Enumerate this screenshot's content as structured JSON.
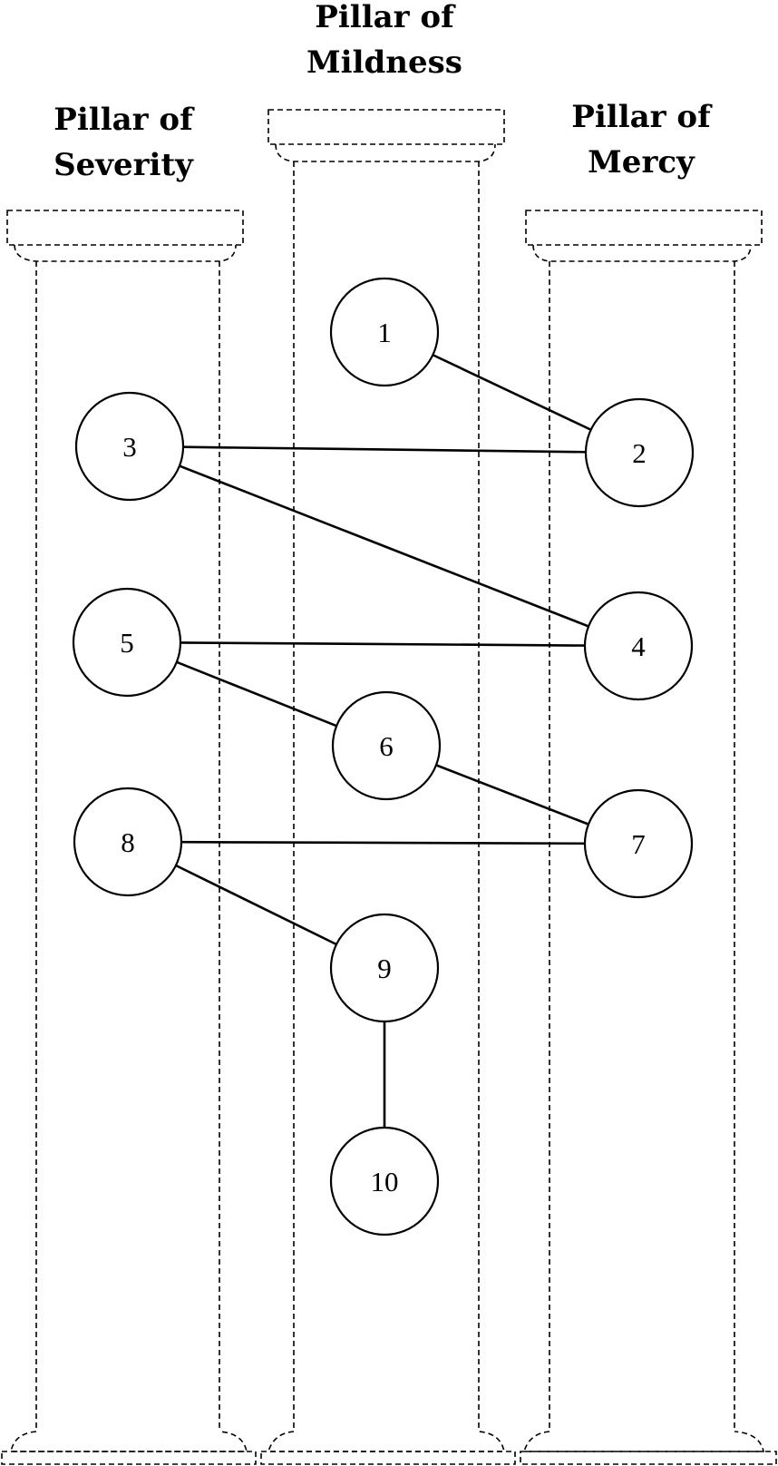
{
  "pillars": [
    {
      "id": "severity",
      "title_line1": "Pillar of",
      "title_line2": "Severity"
    },
    {
      "id": "mildness",
      "title_line1": "Pillar of",
      "title_line2": "Mildness"
    },
    {
      "id": "mercy",
      "title_line1": "Pillar of",
      "title_line2": "Mercy"
    }
  ],
  "nodes": [
    {
      "label": "1",
      "pillar": "mildness"
    },
    {
      "label": "2",
      "pillar": "mercy"
    },
    {
      "label": "3",
      "pillar": "severity"
    },
    {
      "label": "4",
      "pillar": "mercy"
    },
    {
      "label": "5",
      "pillar": "severity"
    },
    {
      "label": "6",
      "pillar": "mildness"
    },
    {
      "label": "7",
      "pillar": "mercy"
    },
    {
      "label": "8",
      "pillar": "severity"
    },
    {
      "label": "9",
      "pillar": "mildness"
    },
    {
      "label": "10",
      "pillar": "mildness"
    }
  ],
  "edges": [
    [
      "1",
      "2"
    ],
    [
      "2",
      "3"
    ],
    [
      "3",
      "4"
    ],
    [
      "4",
      "5"
    ],
    [
      "5",
      "6"
    ],
    [
      "6",
      "7"
    ],
    [
      "7",
      "8"
    ],
    [
      "8",
      "9"
    ],
    [
      "9",
      "10"
    ]
  ],
  "colors": {
    "stroke": "#000000",
    "background": "#ffffff",
    "node_fill": "#ffffff"
  }
}
